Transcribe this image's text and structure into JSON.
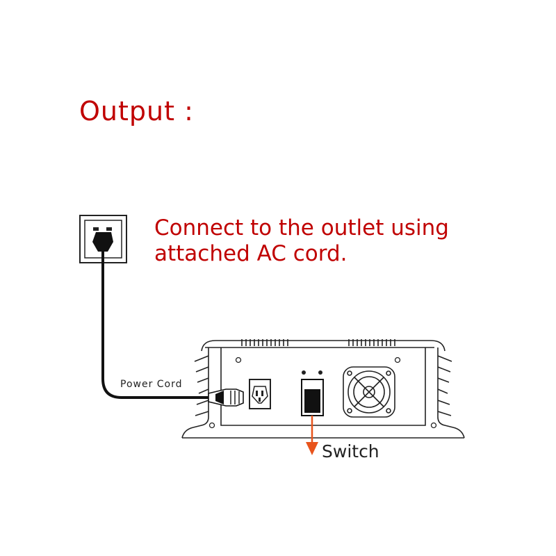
{
  "heading": "Output :",
  "instruction": {
    "line1": "Connect to the outlet using",
    "line2": "attached AC cord."
  },
  "labels": {
    "power_cord": "Power Cord",
    "switch": "Switch"
  },
  "colors": {
    "heading": "#c00000",
    "instruction": "#c00000",
    "switch_arrow": "#e8541c",
    "line_art": "#222222"
  }
}
